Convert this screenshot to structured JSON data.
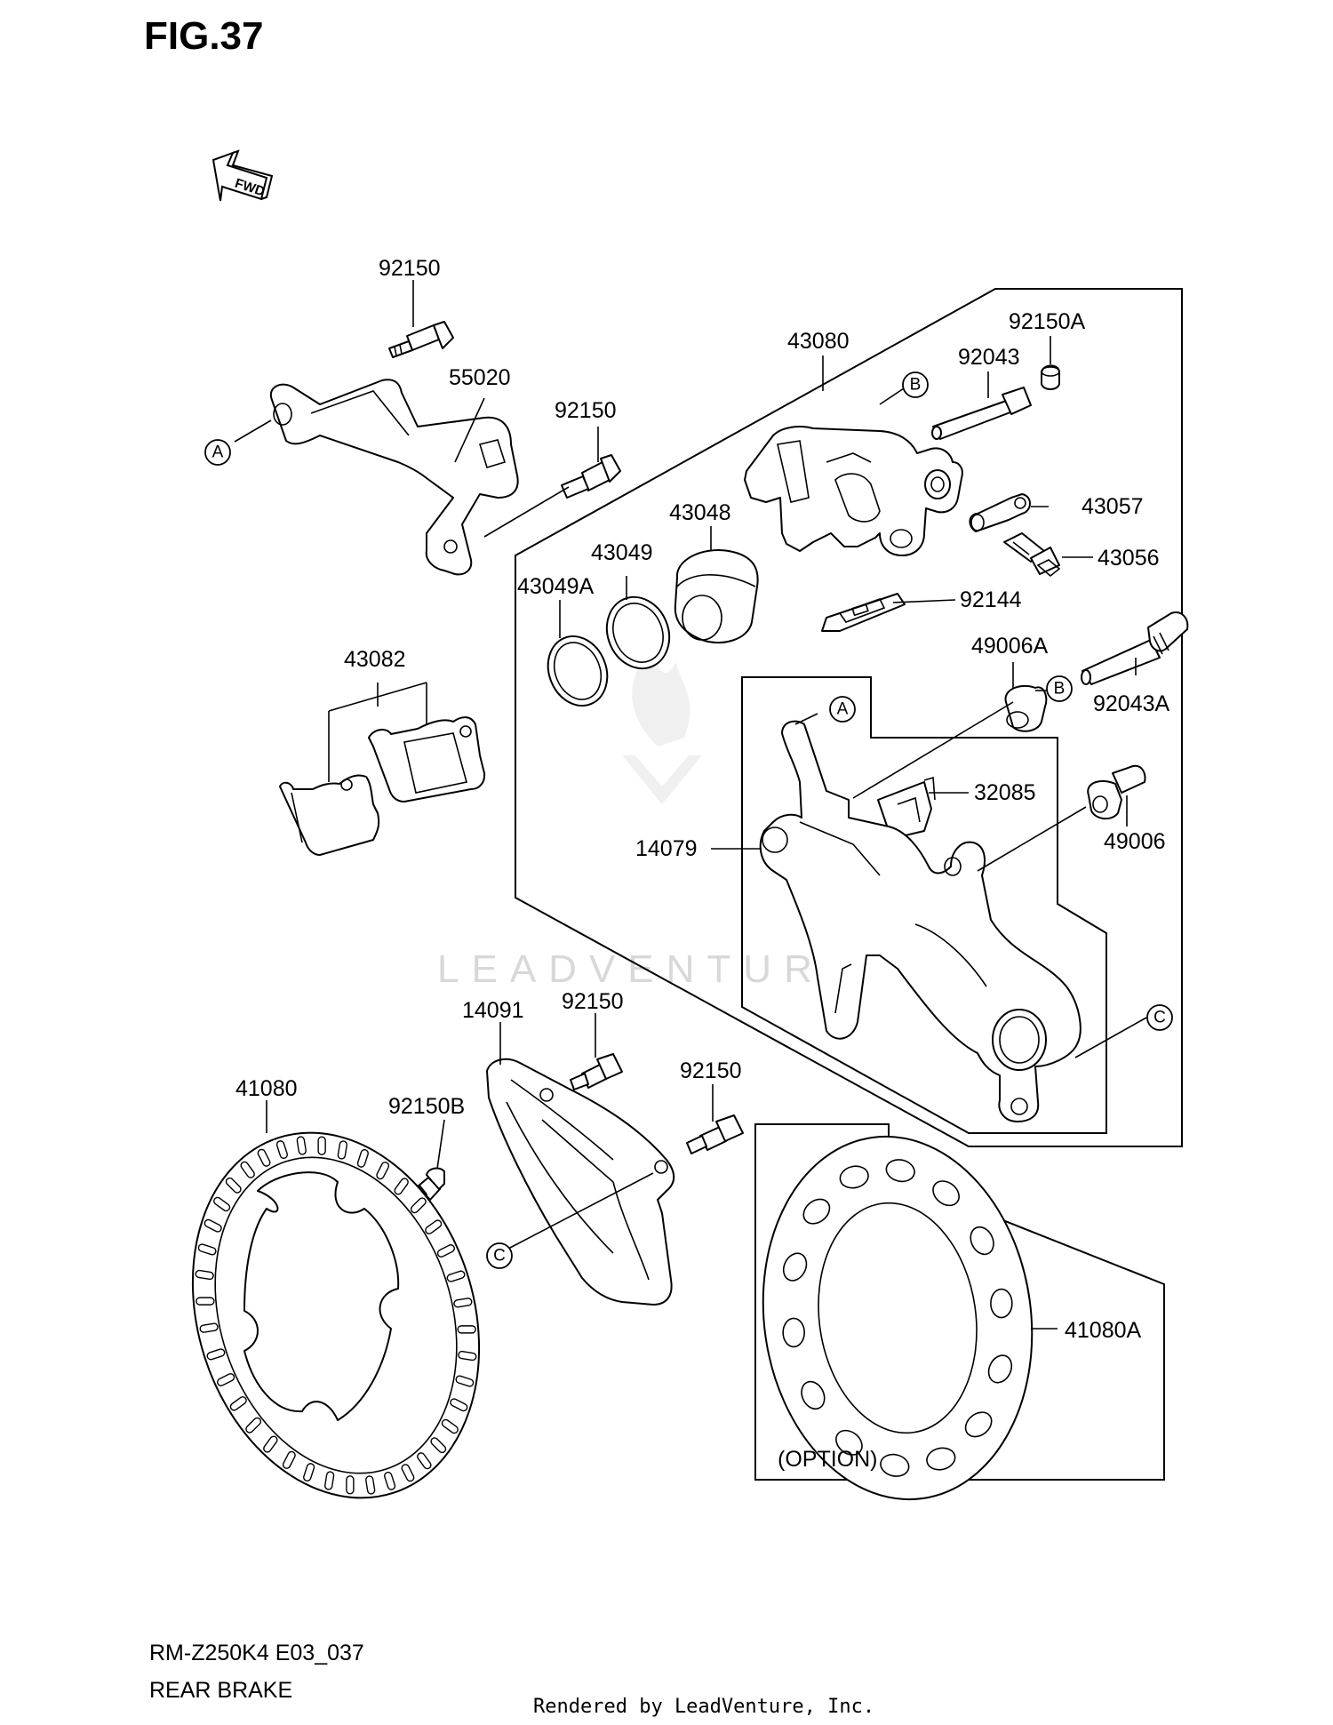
{
  "figure": {
    "title": "FIG.37",
    "model_code": "RM-Z250K4 E03_037",
    "section_name": "REAR BRAKE",
    "credit": "Rendered by LeadVenture, Inc.",
    "watermark": "LEADVENTURE",
    "fwd_arrow": "FWD",
    "option_label": "(OPTION)"
  },
  "callouts": {
    "a": "A",
    "b": "B",
    "c": "C"
  },
  "parts": [
    {
      "id": "92150"
    },
    {
      "id": "55020"
    },
    {
      "id": "92150"
    },
    {
      "id": "43080"
    },
    {
      "id": "92150A"
    },
    {
      "id": "92043"
    },
    {
      "id": "43057"
    },
    {
      "id": "43056"
    },
    {
      "id": "43048"
    },
    {
      "id": "43049"
    },
    {
      "id": "43049A"
    },
    {
      "id": "92144"
    },
    {
      "id": "43082"
    },
    {
      "id": "49006A"
    },
    {
      "id": "92043A"
    },
    {
      "id": "32085"
    },
    {
      "id": "14079"
    },
    {
      "id": "49006"
    },
    {
      "id": "14091"
    },
    {
      "id": "92150"
    },
    {
      "id": "92150"
    },
    {
      "id": "41080"
    },
    {
      "id": "92150B"
    },
    {
      "id": "41080A"
    }
  ],
  "colors": {
    "line": "#000000",
    "background": "#ffffff",
    "watermark": "#d8d8d8"
  }
}
